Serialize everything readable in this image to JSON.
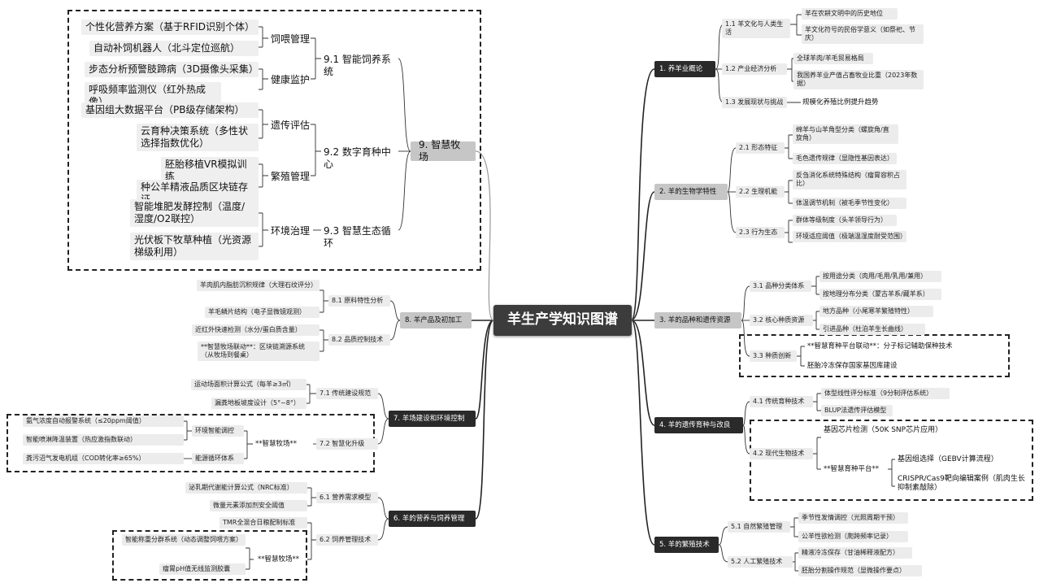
{
  "title": "羊生产学知识图谱",
  "branches": {
    "b1": {
      "label": "1. 养羊业概论",
      "s1": {
        "label": "1.1 羊文化与人类生活",
        "l1": "羊在农耕文明中的历史地位",
        "l2": "羊文化符号的民俗学意义（如祭祀、节庆）"
      },
      "s2": {
        "label": "1.2 产业经济分析",
        "l1": "全球羊肉/羊毛贸易格局",
        "l2": "我国养羊业产值占畜牧业比重（2023年数据）"
      },
      "s3": {
        "label": "1.3 发展现状与挑战",
        "l1": "规模化养殖比例提升趋势"
      }
    },
    "b2": {
      "label": "2. 羊的生物学特性",
      "s1": {
        "label": "2.1 形态特征",
        "l1": "绵羊与山羊角型分类（螺旋角/直旋角）",
        "l2": "毛色遗传规律（显隐性基因表达）"
      },
      "s2": {
        "label": "2.2 生理机能",
        "l1": "反刍消化系统特殊结构（瘤胃容积占比）",
        "l2": "体温调节机制（被毛季节性变化）"
      },
      "s3": {
        "label": "2.3 行为生态",
        "l1": "群体等级制度（头羊领导行为）",
        "l2": "环境适应阈值（极端温湿度耐受范围）"
      }
    },
    "b3": {
      "label": "3. 羊的品种和遗传资源",
      "s1": {
        "label": "3.1 品种分类体系",
        "l1": "按用途分类（肉用/毛用/乳用/兼用）",
        "l2": "按地理分布分类（蒙古羊系/藏羊系）"
      },
      "s2": {
        "label": "3.2 核心种质资源",
        "l1": "地方品种（小尾寒羊繁殖特性）",
        "l2": "引进品种（杜泊羊生长曲线）"
      },
      "s3": {
        "label": "3.3 种质创新",
        "l1": "**智慧育种平台联动**：分子标记辅助保种技术",
        "l2": "胚胎冷冻保存国家基因库建设"
      }
    },
    "b4": {
      "label": "4. 羊的遗传育种与改良",
      "s1": {
        "label": "4.1 传统育种技术",
        "l1": "体型线性评分标准（9分制评估系统）",
        "l2": "BLUP法遗传评估模型"
      },
      "s2": {
        "label": "4.2 现代生物技术",
        "l1": "基因芯片检测（50K SNP芯片应用）",
        "sub": "**智慧育种平台**",
        "l2": "基因组选择（GEBV计算流程）",
        "l3": "CRISPR/Cas9靶向编辑案例（肌肉生长抑制素敲除）"
      }
    },
    "b5": {
      "label": "5. 羊的繁殖技术",
      "s1": {
        "label": "5.1 自然繁殖管理",
        "l1": "季节性发情调控（光照周期干预）",
        "l2": "公羊性欲检测（爬跨频率记录）"
      },
      "s2": {
        "label": "5.2 人工繁殖技术",
        "l1": "精液冷冻保存（甘油稀释液配方）",
        "l2": "胚胎分割操作规范（显微操作要点）"
      }
    },
    "b6": {
      "label": "6. 羊的营养与饲养管理",
      "s1": {
        "label": "6.1 营养需求模型",
        "l1": "泌乳期代谢能计算公式（NRC标准）",
        "l2": "微量元素添加剂安全阈值"
      },
      "s2": {
        "label": "6.2 饲养管理技术",
        "l1": "TMR全混合日粮配制标准",
        "sub": "**智慧牧场**",
        "l2": "智能称重分群系统（动态调整饲喂方案）",
        "l3": "瘤胃pH值无线监测胶囊"
      }
    },
    "b7": {
      "label": "7. 羊场建设和环境控制",
      "s1": {
        "label": "7.1 传统建设规范",
        "l1": "运动场面积计算公式（每羊≥3㎡）",
        "l2": "漏粪地板坡度设计（5°~8°）"
      },
      "s2": {
        "label": "7.2 智慧化升级",
        "sub": "**智慧牧场**",
        "g1": "环境智能调控",
        "l1": "氨气浓度自动报警系统（≤20ppm阈值）",
        "l2": "智能喷淋降温装置（热应激指数联动）",
        "g2": "能源循环体系",
        "l3": "粪污沼气发电机组（COD转化率≥65%）"
      }
    },
    "b8": {
      "label": "8. 羊产品及初加工",
      "s1": {
        "label": "8.1 原料特性分析",
        "l1": "羊肉肌内脂肪沉积规律（大理石纹评分）",
        "l2": "羊毛鳞片结构（电子显微镜观测）"
      },
      "s2": {
        "label": "8.2 品质控制技术",
        "l1": "近红外快速检测（水分/蛋白质含量）",
        "l2": "**智慧牧场联动**：区块链溯源系统（从牧场到餐桌）"
      }
    },
    "b9": {
      "label": "9. 智慧牧场",
      "s1": {
        "label": "9.1 智能饲养系统",
        "g1": "饲喂管理",
        "l1": "个性化营养方案（基于RFID识别个体）",
        "l2": "自动补饲机器人（北斗定位巡航）",
        "g2": "健康监护",
        "l3": "步态分析预警肢蹄病（3D摄像头采集）",
        "l4": "呼吸频率监测仪（红外热成像）"
      },
      "s2": {
        "label": "9.2 数字育种中心",
        "g1": "遗传评估",
        "l1": "基因组大数据平台（PB级存储架构）",
        "l2": "云育种决策系统（多性状选择指数优化）",
        "g2": "繁殖管理",
        "l3": "胚胎移植VR模拟训练",
        "l4": "种公羊精液品质区块链存证"
      },
      "s3": {
        "label": "9.3 智慧生态循环",
        "g1": "环境治理",
        "l1": "智能堆肥发酵控制（温度/湿度/O2联控）",
        "l2": "光伏板下牧草种植（光资源梯级利用）"
      }
    }
  }
}
